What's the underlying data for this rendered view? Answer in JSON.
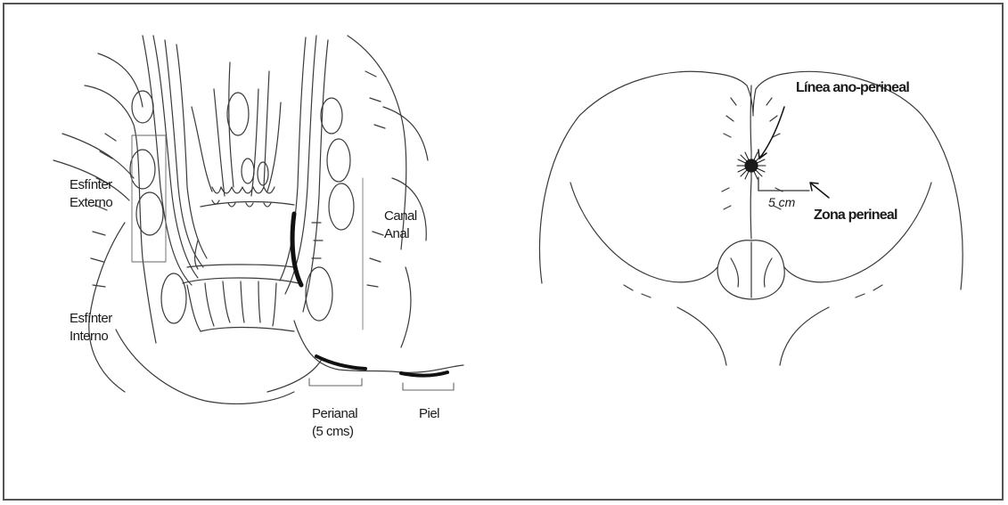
{
  "left_diagram": {
    "labels": {
      "external_sphincter": [
        "Esfínter",
        "Externo"
      ],
      "internal_sphincter": [
        "Esfínter",
        "Interno"
      ],
      "anal_canal": [
        "Canal",
        "Anal"
      ],
      "perianal": [
        "Perianal",
        "(5 cms)"
      ],
      "skin": "Piel"
    }
  },
  "right_diagram": {
    "labels": {
      "anoperineal_line": "Línea ano-perineal",
      "distance": "5 cm",
      "perineal_zone": "Zona perineal"
    }
  },
  "colors": {
    "line": "#3a3a3a",
    "frame": "#555555",
    "dark_fill": "#111111"
  }
}
